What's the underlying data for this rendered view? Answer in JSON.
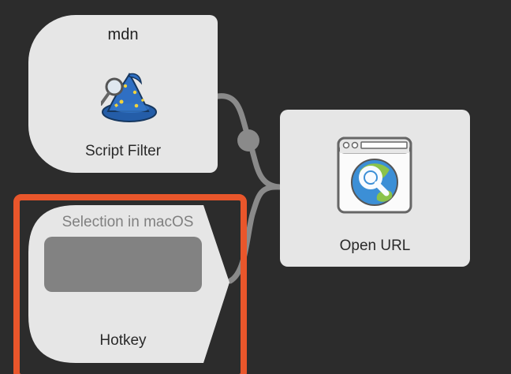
{
  "nodes": {
    "script_filter": {
      "title": "mdn",
      "label": "Script Filter",
      "icon": "wizard-hat-icon"
    },
    "hotkey": {
      "subtitle": "Selection in macOS",
      "label": "Hotkey",
      "hotkey_value": ""
    },
    "open_url": {
      "label": "Open URL",
      "icon": "browser-globe-icon"
    }
  },
  "colors": {
    "canvas": "#2c2c2c",
    "node": "#e6e6e6",
    "connector": "#8a8a8a",
    "selection": "#e9562b",
    "hotkey_field": "#828282"
  }
}
